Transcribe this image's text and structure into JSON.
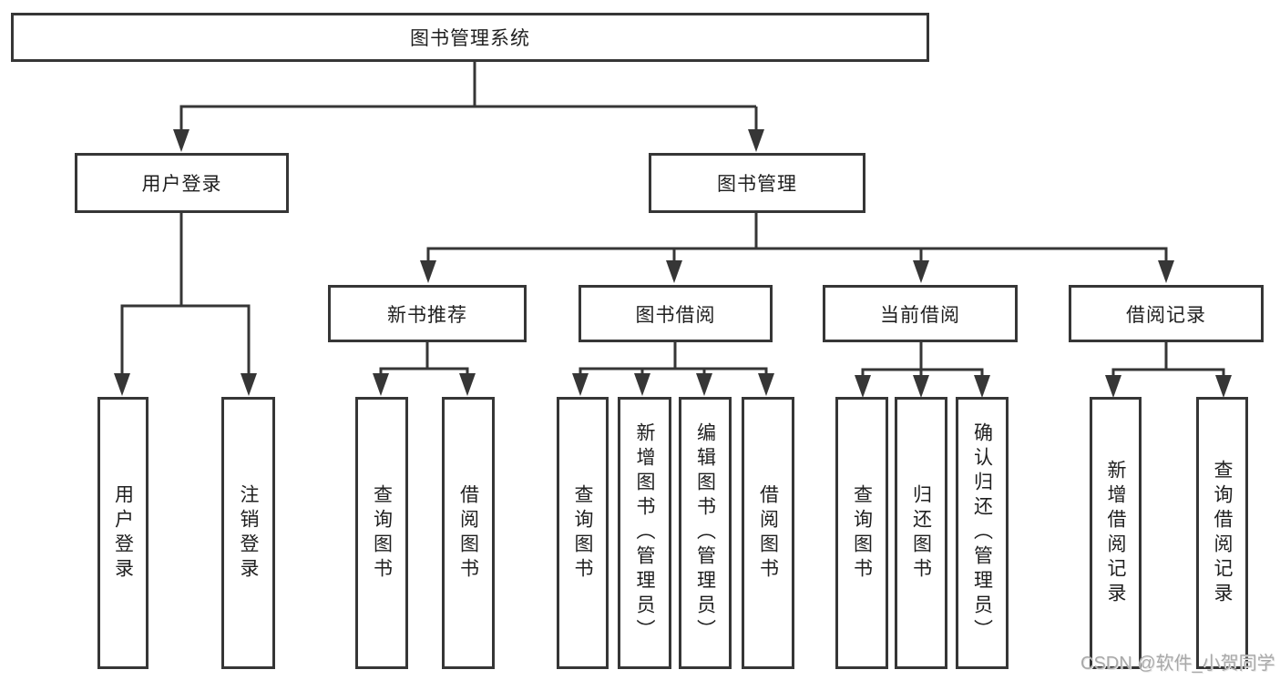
{
  "diagram": {
    "root": {
      "label": "图书管理系统"
    },
    "level2": {
      "user_login": {
        "label": "用户登录"
      },
      "book_manage": {
        "label": "图书管理"
      }
    },
    "level3": {
      "new_book_recommend": {
        "label": "新书推荐"
      },
      "book_borrow": {
        "label": "图书借阅"
      },
      "current_borrow": {
        "label": "当前借阅"
      },
      "borrow_record": {
        "label": "借阅记录"
      }
    },
    "leaves": {
      "user_login": {
        "label": "用户登录"
      },
      "logout_login": {
        "label": "注销登录"
      },
      "query_book_recommend": {
        "label": "查询图书"
      },
      "borrow_book_recommend": {
        "label": "借阅图书"
      },
      "query_book_borrow": {
        "label": "查询图书"
      },
      "add_book_admin": {
        "label": "新增图书（管理员）"
      },
      "edit_book_admin": {
        "label": "编辑图书（管理员）"
      },
      "borrow_book": {
        "label": "借阅图书"
      },
      "query_book_current": {
        "label": "查询图书"
      },
      "return_book": {
        "label": "归还图书"
      },
      "confirm_return_admin": {
        "label": "确认归还（管理员）"
      },
      "add_borrow_record": {
        "label": "新增借阅记录"
      },
      "query_borrow_record": {
        "label": "查询借阅记录"
      }
    },
    "watermark": "CSDN @软件_小贺同学",
    "colors": {
      "line": "#363636",
      "box_border": "#363636",
      "box_fill": "#ffffff",
      "text": "#1f1f1f",
      "watermark": "#a9a9a9",
      "background": "#ffffff"
    }
  }
}
